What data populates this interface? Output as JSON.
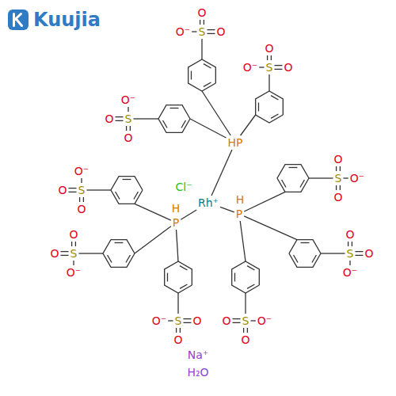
{
  "diagram": {
    "labels": [
      "Kuujia",
      "S",
      "O⁻",
      "O",
      "O",
      "S",
      "O⁻",
      "O",
      "O",
      "S",
      "O⁻",
      "O",
      "O",
      "S",
      "O⁻",
      "O",
      "O",
      "S",
      "O⁻",
      "O",
      "O",
      "S",
      "O⁻",
      "O",
      "O",
      "S",
      "O⁻",
      "O",
      "O",
      "S",
      "O⁻",
      "O",
      "O",
      "S",
      "O⁻",
      "O",
      "O",
      "HP",
      "H",
      "P",
      "H",
      "P",
      "Rh⁺",
      "Cl⁻",
      "Na⁺",
      "H₂O"
    ]
  }
}
